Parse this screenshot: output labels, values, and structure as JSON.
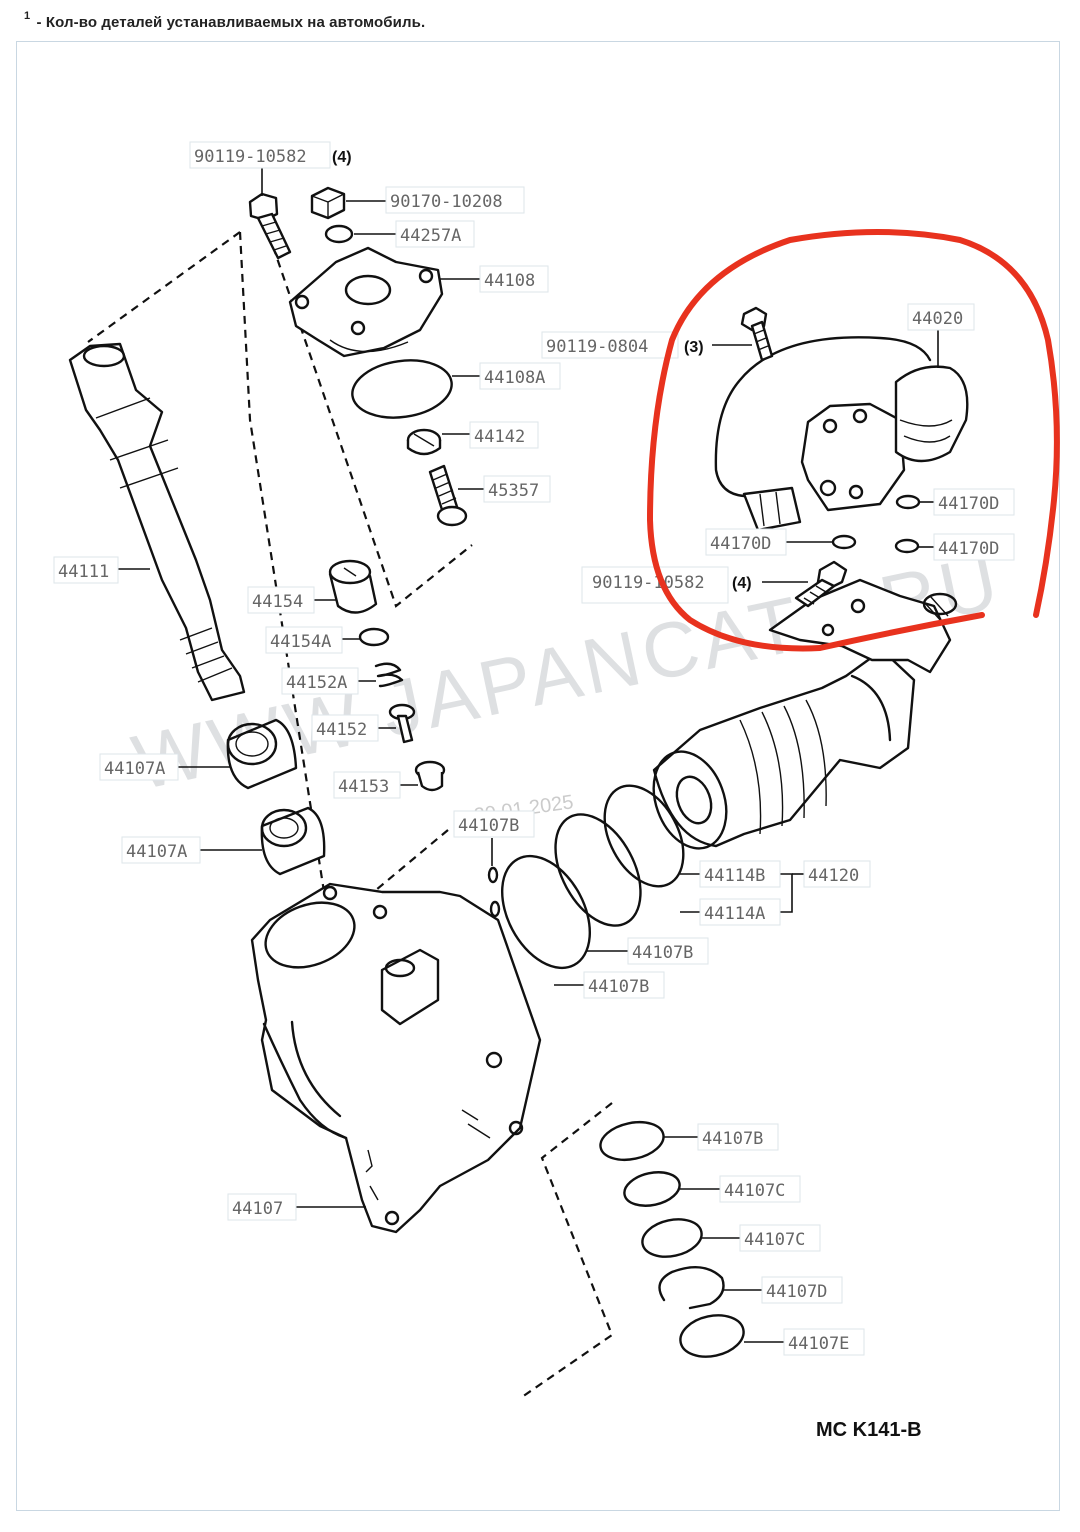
{
  "footnote": {
    "marker": "1",
    "text": "- Кол-во деталей устанавливаемых на автомобиль."
  },
  "diagram_code": "MC K141-B",
  "watermark": {
    "site": "WWW.JAPANCATS.RU",
    "date": "20.01.2025"
  },
  "labels": {
    "p90119_10582_top": "90119-10582",
    "q4_top": "(4)",
    "p90170_10208": "90170-10208",
    "p44257A": "44257A",
    "p44108": "44108",
    "p44108A": "44108A",
    "p44142": "44142",
    "p45357": "45357",
    "p44111": "44111",
    "p44154": "44154",
    "p44154A": "44154A",
    "p44152A": "44152A",
    "p44152": "44152",
    "p44153": "44153",
    "p44107A_1": "44107A",
    "p44107A_2": "44107A",
    "p44107B_top": "44107B",
    "p44020": "44020",
    "p90119_0804": "90119-0804",
    "q3": "(3)",
    "p44170D_1": "44170D",
    "p44170D_2": "44170D",
    "p44170D_3": "44170D",
    "p90119_10582_mid": "90119-10582",
    "q4_mid": "(4)",
    "p44114B": "44114B",
    "p44114A": "44114A",
    "p44120": "44120",
    "p44107B_r1": "44107B",
    "p44107B_r2": "44107B",
    "p44107": "44107",
    "p44107B_low": "44107B",
    "p44107C_1": "44107C",
    "p44107C_2": "44107C",
    "p44107D": "44107D",
    "p44107E": "44107E"
  },
  "colors": {
    "annotation": "#e8321e",
    "frame": "#c9d7e2"
  }
}
